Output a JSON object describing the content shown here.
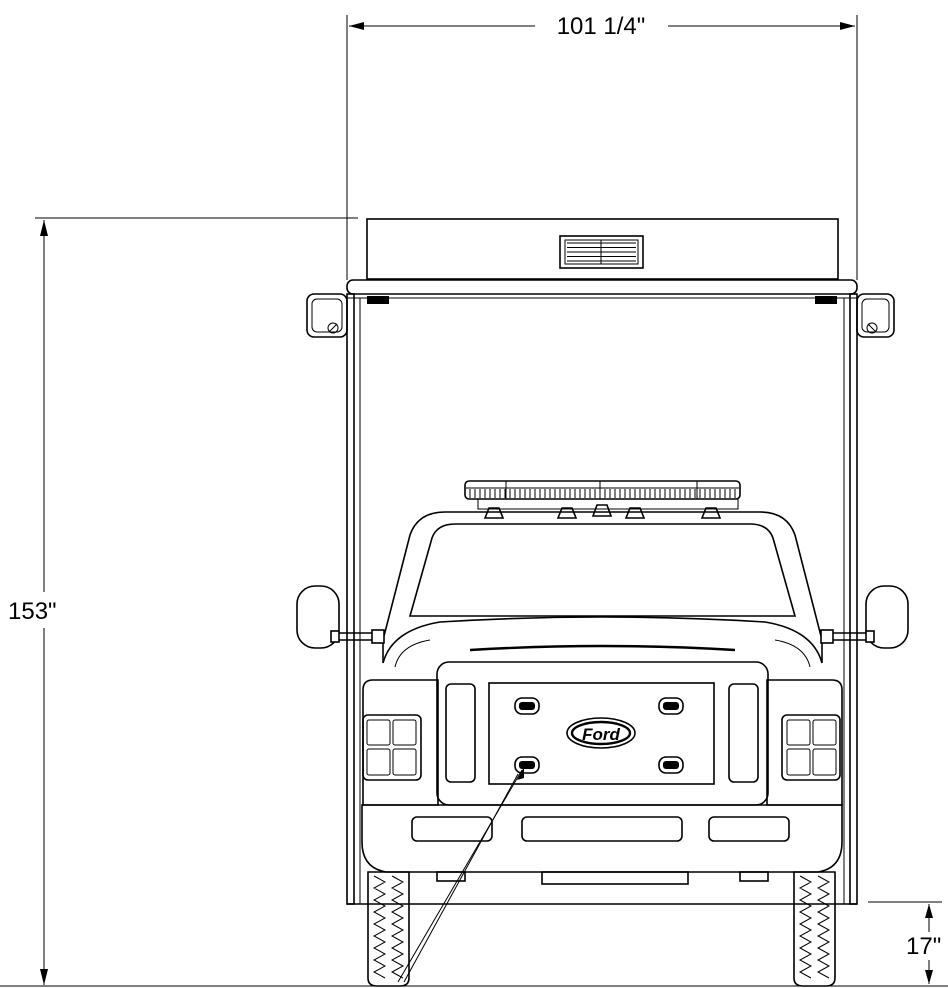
{
  "dimensions": {
    "width_label": "101  1/4\"",
    "height_label": "153\"",
    "ground_clearance_label": "17\""
  },
  "emblem": {
    "text": "Ford"
  },
  "colors": {
    "line": "#000000",
    "background": "#ffffff"
  }
}
